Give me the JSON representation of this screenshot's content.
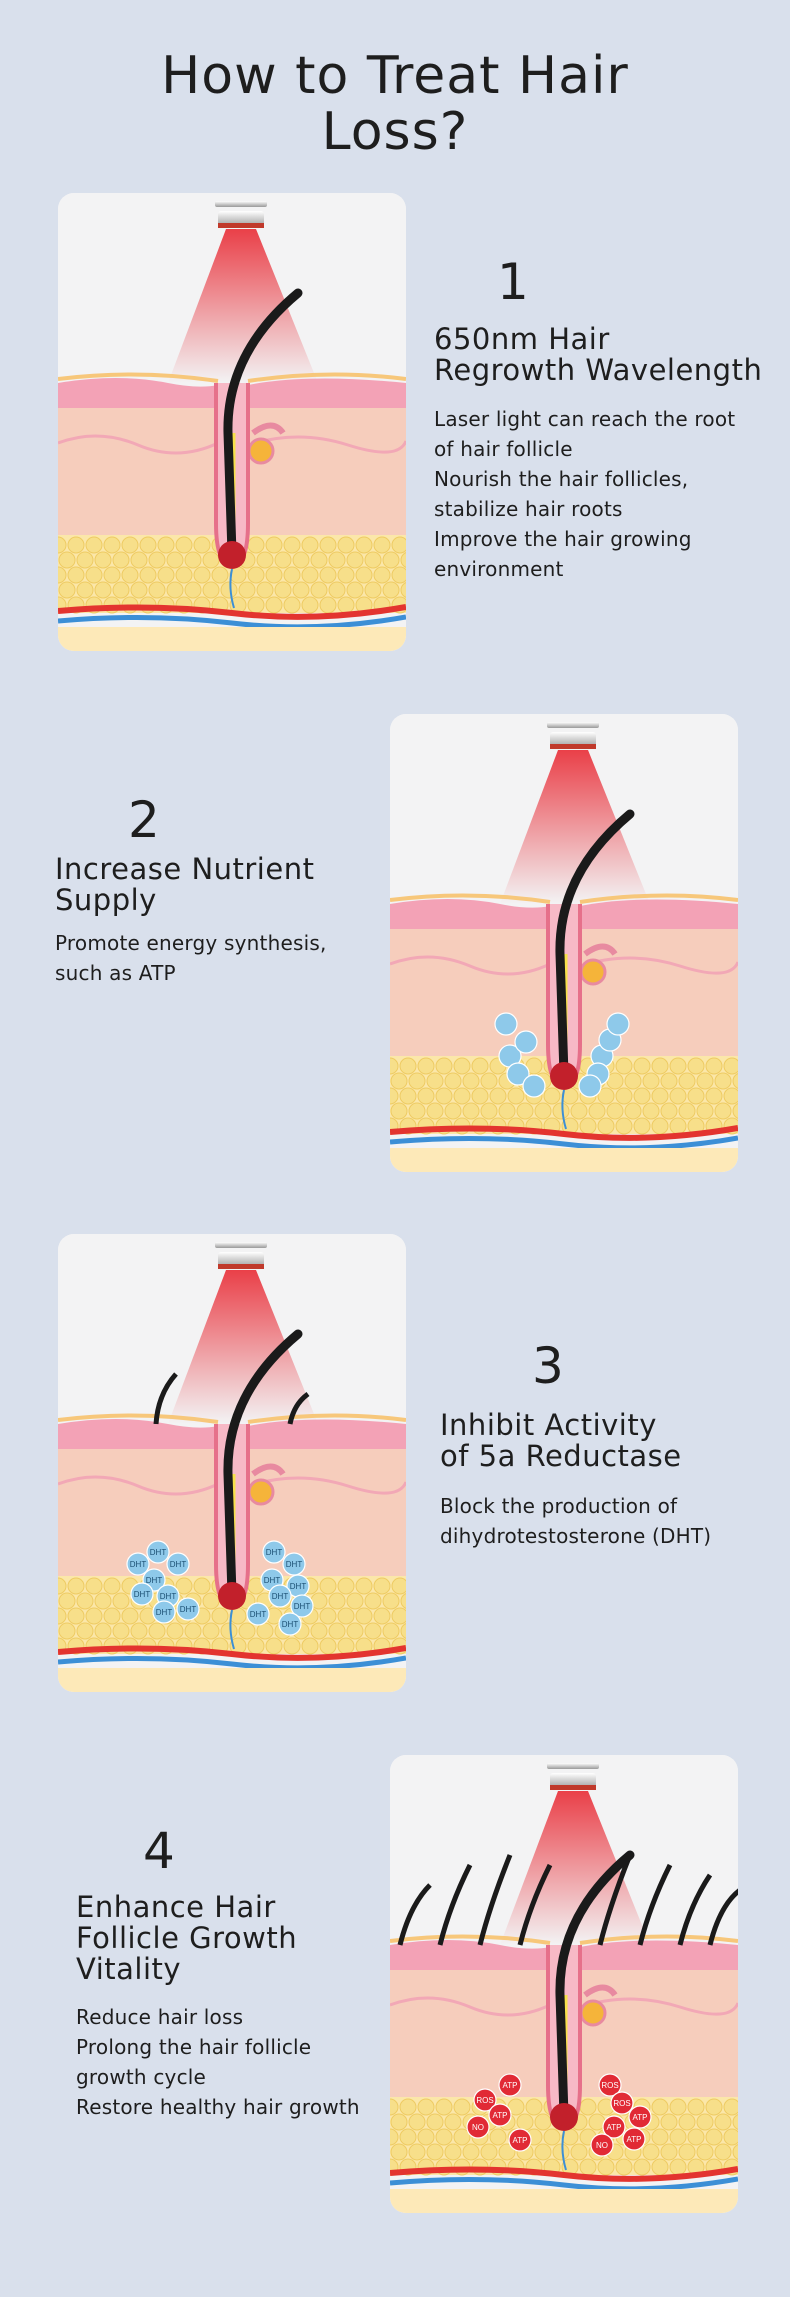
{
  "title_lines": [
    "How to Treat Hair",
    "Loss?"
  ],
  "steps": [
    {
      "number": "1",
      "heading_lines": [
        "650nm Hair",
        "Regrowth Wavelength"
      ],
      "desc_lines": [
        "Laser light can reach the root",
        "of hair follicle",
        "Nourish the hair follicles,",
        "stabilize hair roots",
        "Improve the hair growing",
        "environment"
      ]
    },
    {
      "number": "2",
      "heading_lines": [
        "Increase Nutrient",
        "Supply"
      ],
      "desc_lines": [
        "Promote energy synthesis,",
        "such as ATP"
      ]
    },
    {
      "number": "3",
      "heading_lines": [
        "Inhibit Activity",
        "of 5a Reductase"
      ],
      "desc_lines": [
        "Block the production of",
        "dihydrotestosterone (DHT)"
      ]
    },
    {
      "number": "4",
      "heading_lines": [
        "Enhance Hair",
        "Follicle Growth",
        "Vitality"
      ],
      "desc_lines": [
        "Reduce hair loss",
        "Prolong the hair follicle",
        "growth cycle",
        "Restore healthy hair growth"
      ]
    }
  ],
  "molecule_labels": {
    "dht": "DHT",
    "atp": "ATP",
    "ros": "ROS",
    "no": "NO"
  },
  "colors": {
    "background": "#d9e0ec",
    "laser": "#e8202a",
    "skin": "#f6cdbc",
    "fat": "#f7df8a",
    "molecule_blue": "#8ec9ea",
    "molecule_red": "#e12a35"
  }
}
